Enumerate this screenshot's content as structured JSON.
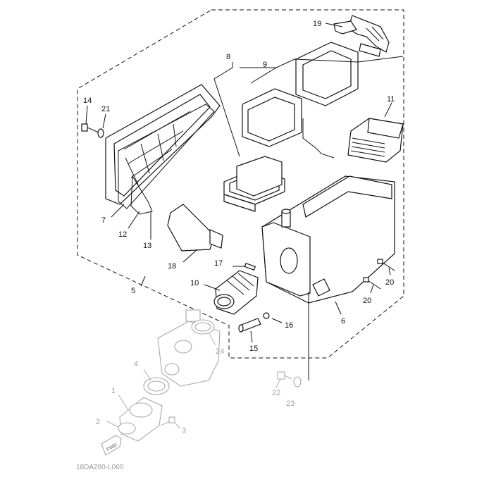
{
  "callouts": {
    "c1": "1",
    "c2": "2",
    "c3": "3",
    "c4": "4",
    "c5": "5",
    "c6": "6",
    "c7": "7",
    "c8": "8",
    "c9": "9",
    "c10": "10",
    "c11": "11",
    "c12": "12",
    "c13": "13",
    "c14": "14",
    "c15": "15",
    "c16": "16",
    "c17": "17",
    "c18": "18",
    "c19": "19",
    "c20a": "20",
    "c20b": "20",
    "c21": "21",
    "c22": "22",
    "c23": "23",
    "c24": "24"
  },
  "fwd_label": "FWD",
  "reference_code": "18DA280-L060"
}
